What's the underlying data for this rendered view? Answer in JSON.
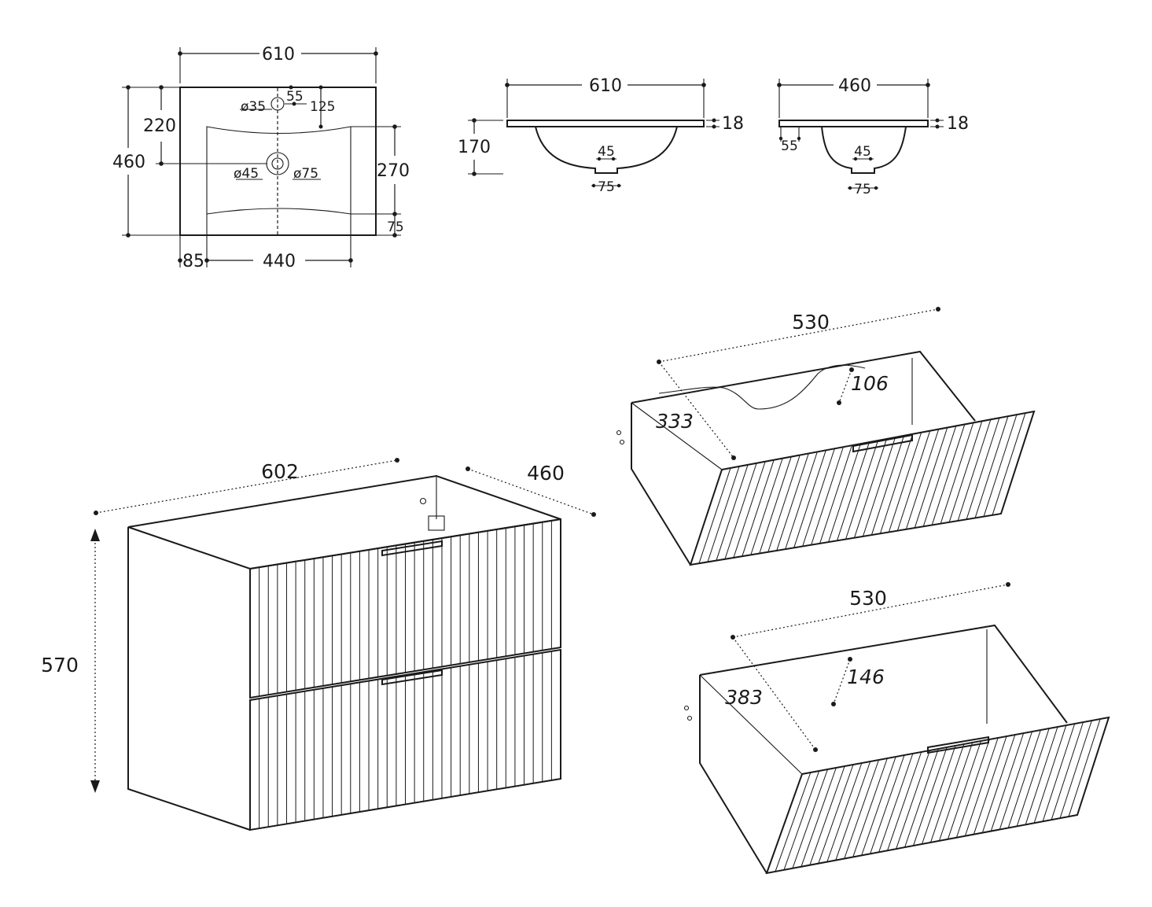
{
  "colors": {
    "ink": "#1a1a1a",
    "paper": "#ffffff"
  },
  "basin_top_view": {
    "width": "610",
    "depth": "460",
    "top_offset": "220",
    "tap_hole": "ø35",
    "tap_offset": "55",
    "tap_to_bowl": "125",
    "bowl_depth": "270",
    "drain": "ø45",
    "drain_outer": "ø75",
    "front_margin": "75",
    "side_margin": "85",
    "bowl_width": "440"
  },
  "basin_front_section": {
    "width": "610",
    "thickness": "18",
    "height": "170",
    "drain": "45",
    "drain_outer": "75"
  },
  "basin_side_section": {
    "depth": "460",
    "thickness": "18",
    "offset": "55",
    "drain": "45",
    "drain_outer": "75"
  },
  "cabinet": {
    "width": "602",
    "depth": "460",
    "height": "570"
  },
  "drawer_top": {
    "width": "530",
    "depth": "333",
    "height": "106"
  },
  "drawer_bottom": {
    "width": "530",
    "depth": "383",
    "height": "146"
  }
}
